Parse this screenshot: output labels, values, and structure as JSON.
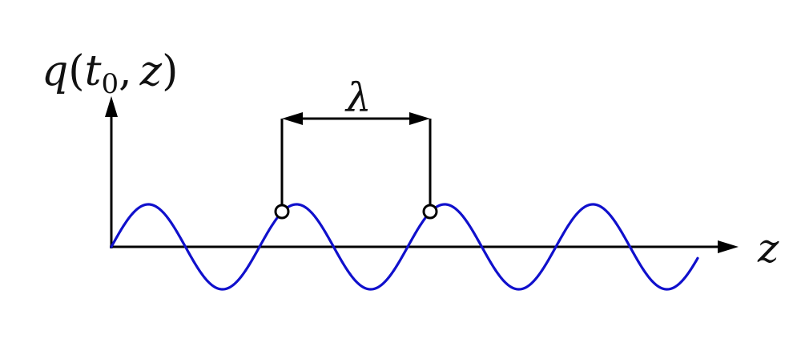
{
  "labels": {
    "y_axis": {
      "q": "q",
      "open": "(",
      "t": "t",
      "sub": "0",
      "comma": ",",
      "z": "z",
      "close": ")"
    },
    "x_axis": "z",
    "wavelength": "λ"
  },
  "colors": {
    "wave": "#1010cc",
    "axes": "#000000",
    "annotation": "#000000"
  },
  "wave": {
    "cycles_shown": 4,
    "marked_points": 2
  }
}
